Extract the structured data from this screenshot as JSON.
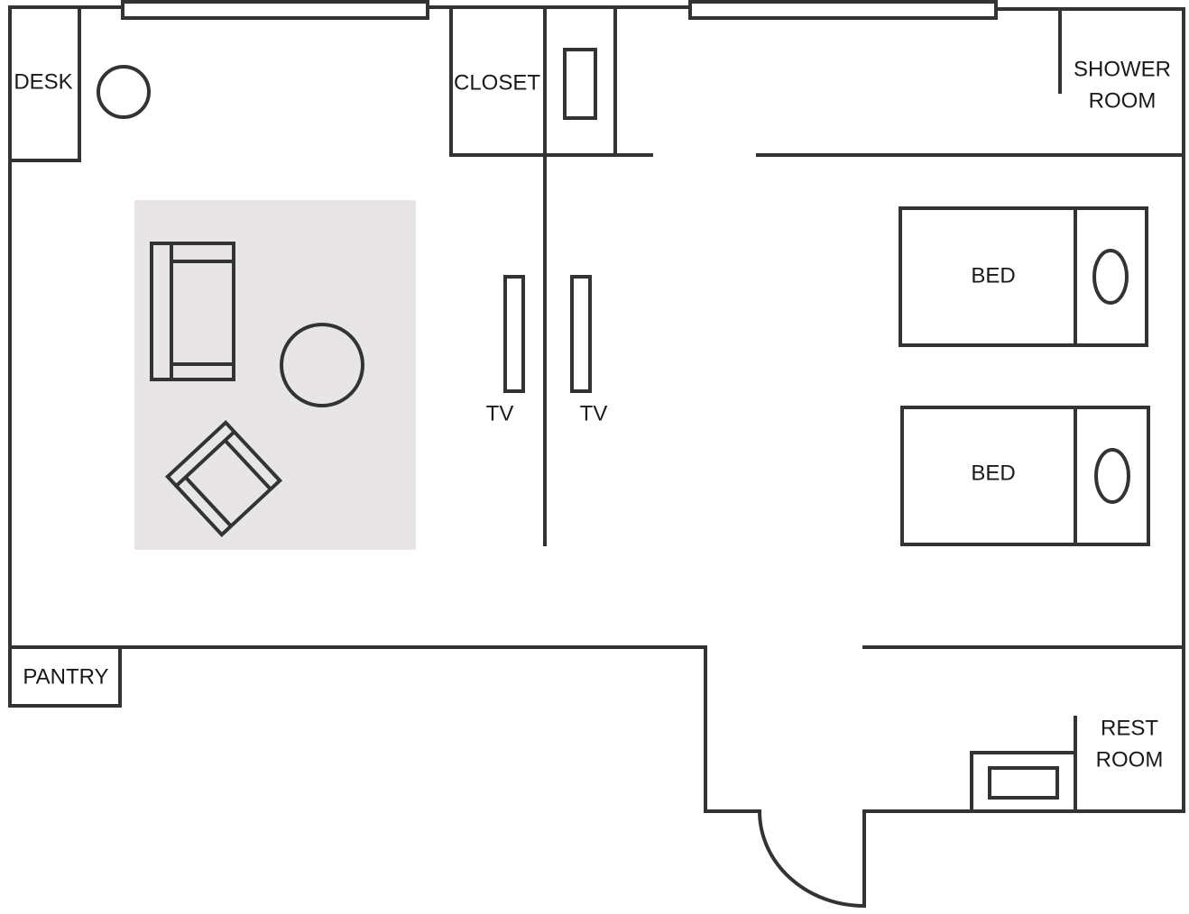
{
  "labels": {
    "desk": "DESK",
    "closet": "CLOSET",
    "shower_room_line1": "SHOWER",
    "shower_room_line2": "ROOM",
    "tv_left": "TV",
    "tv_right": "TV",
    "bed_top": "BED",
    "bed_bottom": "BED",
    "pantry": "PANTRY",
    "rest_room_line1": "REST",
    "rest_room_line2": "ROOM"
  },
  "colors": {
    "wall": "#333333",
    "rug": "#e7e5e6",
    "background": "#ffffff"
  }
}
